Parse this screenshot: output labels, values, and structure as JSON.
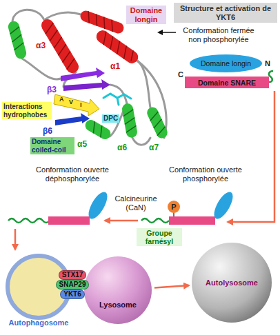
{
  "diagram": {
    "title": "Structure et activation de YKT6",
    "nodes": [
      {
        "text": [
          "Domaine longin"
        ]
      },
      {
        "text": [
          "Domaine SNARE"
        ]
      },
      {
        "text": [
          "P"
        ]
      },
      {
        "text": [
          "Autophagosome"
        ]
      },
      {
        "text": [
          "STX17"
        ]
      },
      {
        "text": [
          "SNAP29"
        ]
      },
      {
        "text": [
          "YKT6"
        ]
      },
      {
        "text": [
          "Lysosome"
        ]
      },
      {
        "text": [
          "Autolysosome"
        ]
      }
    ],
    "edges": [
      {
        "from": 7,
        "to": 8,
        "arrow": "to"
      }
    ],
    "labels": [
      "Domaine longin",
      "α3",
      "α1",
      "β3",
      "A",
      "V",
      "I",
      "Interactions hydrophobes",
      "DPC",
      "β6",
      "Domaine coiled-coil",
      "α5",
      "α6",
      "α7",
      "Conformation fermée non phosphorylée",
      "N",
      "C",
      "Conformation ouverte déphosphorylée",
      "Conformation ouverte phosphorylée",
      "Calcineurine (CaN)",
      "Groupe farnésyl"
    ]
  }
}
